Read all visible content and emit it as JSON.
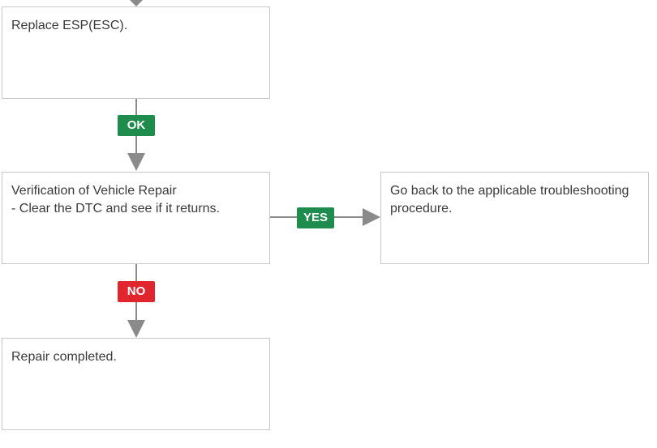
{
  "steps": {
    "replace": {
      "text": "Replace ESP(ESC)."
    },
    "verify": {
      "title": "Verification of Vehicle Repair",
      "detail": "- Clear the DTC and see if it returns."
    },
    "go_back": {
      "line1": "Go back to the applicable troubleshooting",
      "line2": "procedure."
    },
    "completed": {
      "text": "Repair completed."
    }
  },
  "labels": {
    "ok": "OK",
    "yes": "YES",
    "no": "NO"
  },
  "colors": {
    "arrow": "#8a8a8a",
    "box_border": "#c8c8c8",
    "text": "#3a3a3a",
    "ok_badge": "#1e8c4c",
    "yes_badge": "#1e8c4c",
    "no_badge": "#e0252f"
  }
}
